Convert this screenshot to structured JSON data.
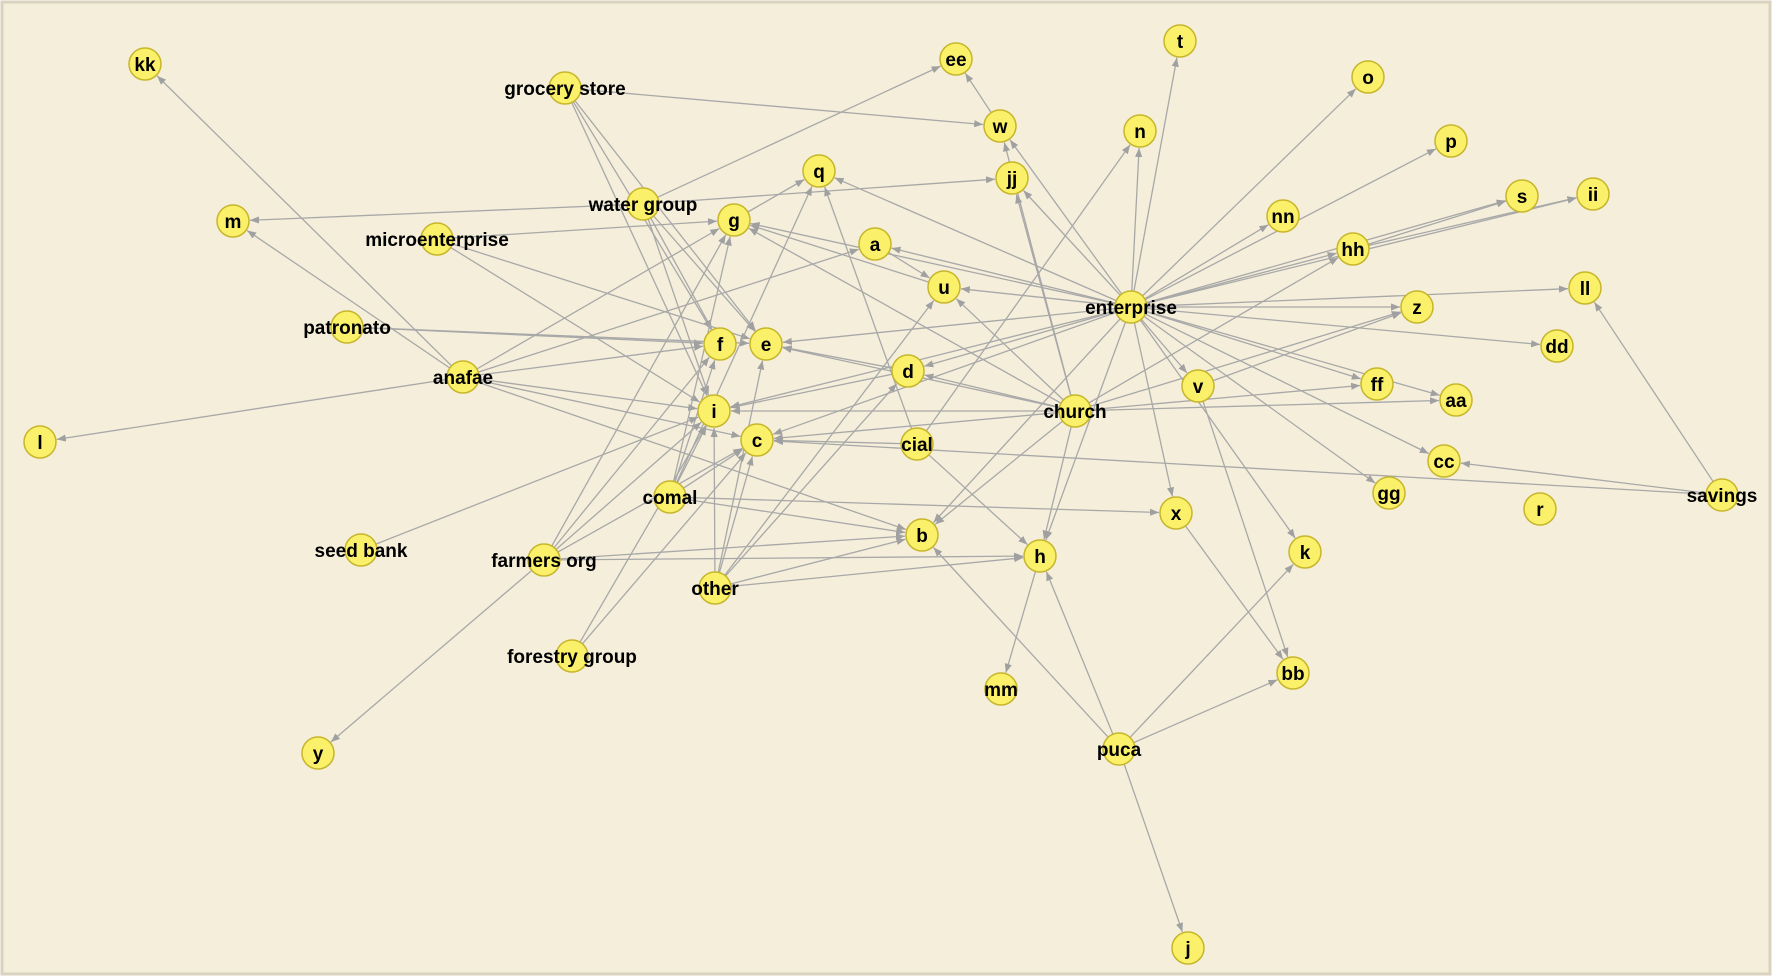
{
  "colors": {
    "background": "#f4eedb",
    "panel_border": "#d8d2bf",
    "node_fill": "#fbf06a",
    "node_stroke": "#c7b62a",
    "edge": "#a8a8a8"
  },
  "nodes": [
    {
      "id": "kk",
      "label": "kk"
    },
    {
      "id": "ee",
      "label": "ee"
    },
    {
      "id": "t",
      "label": "t"
    },
    {
      "id": "o",
      "label": "o"
    },
    {
      "id": "grocery_store",
      "label": "grocery store"
    },
    {
      "id": "w",
      "label": "w"
    },
    {
      "id": "n",
      "label": "n"
    },
    {
      "id": "p",
      "label": "p"
    },
    {
      "id": "q",
      "label": "q"
    },
    {
      "id": "jj",
      "label": "jj"
    },
    {
      "id": "s",
      "label": "s"
    },
    {
      "id": "ii",
      "label": "ii"
    },
    {
      "id": "water_group",
      "label": "water group"
    },
    {
      "id": "m",
      "label": "m"
    },
    {
      "id": "g",
      "label": "g"
    },
    {
      "id": "nn",
      "label": "nn"
    },
    {
      "id": "microenterprise",
      "label": "microenterprise"
    },
    {
      "id": "a",
      "label": "a"
    },
    {
      "id": "hh",
      "label": "hh"
    },
    {
      "id": "u",
      "label": "u"
    },
    {
      "id": "ll",
      "label": "ll"
    },
    {
      "id": "enterprise",
      "label": "enterprise"
    },
    {
      "id": "z",
      "label": "z"
    },
    {
      "id": "patronato",
      "label": "patronato"
    },
    {
      "id": "f",
      "label": "f"
    },
    {
      "id": "e",
      "label": "e"
    },
    {
      "id": "dd",
      "label": "dd"
    },
    {
      "id": "anafae",
      "label": "anafae"
    },
    {
      "id": "d",
      "label": "d"
    },
    {
      "id": "ff",
      "label": "ff"
    },
    {
      "id": "v",
      "label": "v"
    },
    {
      "id": "aa",
      "label": "aa"
    },
    {
      "id": "church",
      "label": "church"
    },
    {
      "id": "i",
      "label": "i"
    },
    {
      "id": "l",
      "label": "l"
    },
    {
      "id": "c",
      "label": "c"
    },
    {
      "id": "cial",
      "label": "cial"
    },
    {
      "id": "cc",
      "label": "cc"
    },
    {
      "id": "gg",
      "label": "gg"
    },
    {
      "id": "savings",
      "label": "savings"
    },
    {
      "id": "comal",
      "label": "comal"
    },
    {
      "id": "r",
      "label": "r"
    },
    {
      "id": "x",
      "label": "x"
    },
    {
      "id": "b",
      "label": "b"
    },
    {
      "id": "seed_bank",
      "label": "seed bank"
    },
    {
      "id": "k",
      "label": "k"
    },
    {
      "id": "farmers_org",
      "label": "farmers org"
    },
    {
      "id": "h",
      "label": "h"
    },
    {
      "id": "other",
      "label": "other"
    },
    {
      "id": "forestry_group",
      "label": "forestry group"
    },
    {
      "id": "bb",
      "label": "bb"
    },
    {
      "id": "mm",
      "label": "mm"
    },
    {
      "id": "puca",
      "label": "puca"
    },
    {
      "id": "y",
      "label": "y"
    },
    {
      "id": "j",
      "label": "j"
    }
  ],
  "edges": [
    [
      "grocery_store",
      "w"
    ],
    [
      "grocery_store",
      "f"
    ],
    [
      "grocery_store",
      "e"
    ],
    [
      "grocery_store",
      "i"
    ],
    [
      "water_group",
      "ee"
    ],
    [
      "water_group",
      "jj"
    ],
    [
      "water_group",
      "m"
    ],
    [
      "water_group",
      "f"
    ],
    [
      "water_group",
      "e"
    ],
    [
      "water_group",
      "i"
    ],
    [
      "microenterprise",
      "g"
    ],
    [
      "microenterprise",
      "e"
    ],
    [
      "microenterprise",
      "i"
    ],
    [
      "patronato",
      "f"
    ],
    [
      "patronato",
      "e"
    ],
    [
      "anafae",
      "kk"
    ],
    [
      "anafae",
      "m"
    ],
    [
      "anafae",
      "l"
    ],
    [
      "anafae",
      "g"
    ],
    [
      "anafae",
      "a"
    ],
    [
      "anafae",
      "i"
    ],
    [
      "anafae",
      "c"
    ],
    [
      "anafae",
      "b"
    ],
    [
      "anafae",
      "f"
    ],
    [
      "enterprise",
      "t"
    ],
    [
      "enterprise",
      "o"
    ],
    [
      "enterprise",
      "w"
    ],
    [
      "enterprise",
      "n"
    ],
    [
      "enterprise",
      "p"
    ],
    [
      "enterprise",
      "q"
    ],
    [
      "enterprise",
      "jj"
    ],
    [
      "enterprise",
      "s"
    ],
    [
      "enterprise",
      "ii"
    ],
    [
      "enterprise",
      "nn"
    ],
    [
      "enterprise",
      "a"
    ],
    [
      "enterprise",
      "hh"
    ],
    [
      "enterprise",
      "u"
    ],
    [
      "enterprise",
      "ll"
    ],
    [
      "enterprise",
      "z"
    ],
    [
      "enterprise",
      "dd"
    ],
    [
      "enterprise",
      "e"
    ],
    [
      "enterprise",
      "d"
    ],
    [
      "enterprise",
      "v"
    ],
    [
      "enterprise",
      "ff"
    ],
    [
      "enterprise",
      "aa"
    ],
    [
      "enterprise",
      "cc"
    ],
    [
      "enterprise",
      "gg"
    ],
    [
      "enterprise",
      "x"
    ],
    [
      "enterprise",
      "k"
    ],
    [
      "enterprise",
      "h"
    ],
    [
      "enterprise",
      "g"
    ],
    [
      "enterprise",
      "i"
    ],
    [
      "enterprise",
      "b"
    ],
    [
      "enterprise",
      "c"
    ],
    [
      "church",
      "w"
    ],
    [
      "church",
      "jj"
    ],
    [
      "church",
      "u"
    ],
    [
      "church",
      "d"
    ],
    [
      "church",
      "e"
    ],
    [
      "church",
      "i"
    ],
    [
      "church",
      "c"
    ],
    [
      "church",
      "hh"
    ],
    [
      "church",
      "z"
    ],
    [
      "church",
      "ff"
    ],
    [
      "church",
      "aa"
    ],
    [
      "church",
      "h"
    ],
    [
      "church",
      "g"
    ],
    [
      "church",
      "b"
    ],
    [
      "w",
      "ee"
    ],
    [
      "cial",
      "q"
    ],
    [
      "cial",
      "n"
    ],
    [
      "cial",
      "c"
    ],
    [
      "cial",
      "h"
    ],
    [
      "v",
      "bb"
    ],
    [
      "v",
      "z"
    ],
    [
      "x",
      "bb"
    ],
    [
      "d",
      "i"
    ],
    [
      "d",
      "e"
    ],
    [
      "comal",
      "q"
    ],
    [
      "comal",
      "g"
    ],
    [
      "comal",
      "i"
    ],
    [
      "comal",
      "f"
    ],
    [
      "comal",
      "c"
    ],
    [
      "comal",
      "b"
    ],
    [
      "comal",
      "x"
    ],
    [
      "seed_bank",
      "i"
    ],
    [
      "farmers_org",
      "y"
    ],
    [
      "farmers_org",
      "g"
    ],
    [
      "farmers_org",
      "i"
    ],
    [
      "farmers_org",
      "c"
    ],
    [
      "farmers_org",
      "b"
    ],
    [
      "farmers_org",
      "h"
    ],
    [
      "farmers_org",
      "f"
    ],
    [
      "other",
      "i"
    ],
    [
      "other",
      "c"
    ],
    [
      "other",
      "u"
    ],
    [
      "other",
      "d"
    ],
    [
      "other",
      "b"
    ],
    [
      "other",
      "h"
    ],
    [
      "other",
      "e"
    ],
    [
      "forestry_group",
      "i"
    ],
    [
      "forestry_group",
      "c"
    ],
    [
      "puca",
      "j"
    ],
    [
      "puca",
      "bb"
    ],
    [
      "puca",
      "k"
    ],
    [
      "puca",
      "h"
    ],
    [
      "puca",
      "b"
    ],
    [
      "h",
      "mm"
    ],
    [
      "savings",
      "ll"
    ],
    [
      "savings",
      "cc"
    ],
    [
      "savings",
      "c"
    ],
    [
      "hh",
      "s"
    ],
    [
      "hh",
      "ii"
    ],
    [
      "g",
      "q"
    ],
    [
      "a",
      "u"
    ],
    [
      "u",
      "g"
    ]
  ]
}
